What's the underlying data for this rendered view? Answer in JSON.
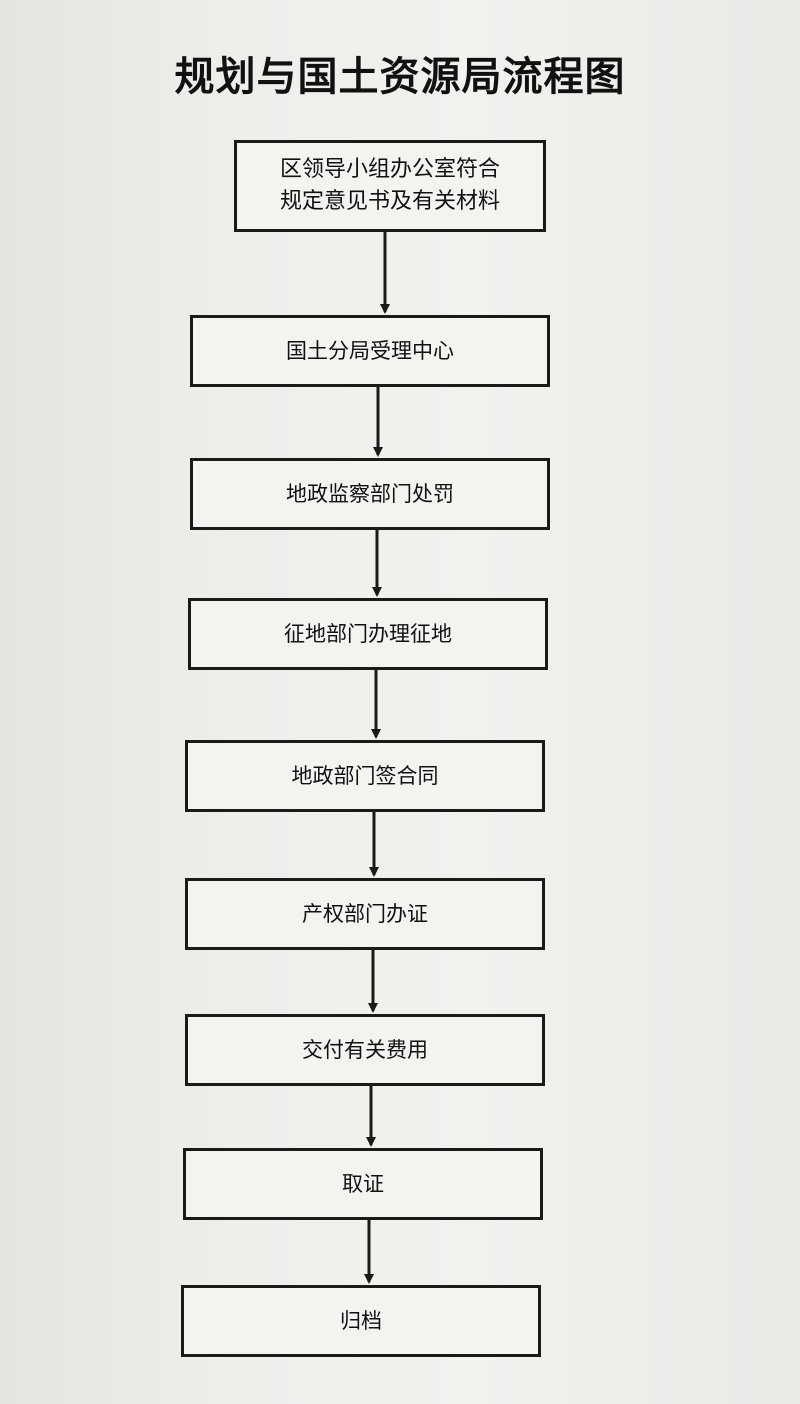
{
  "title": "规划与国土资源局流程图",
  "steps": [
    {
      "line1": "区领导小组办公室符合",
      "line2": "规定意见书及有关材料"
    },
    {
      "line1": "国土分局受理中心"
    },
    {
      "line1": "地政监察部门处罚"
    },
    {
      "line1": "征地部门办理征地"
    },
    {
      "line1": "地政部门签合同"
    },
    {
      "line1": "产权部门办证"
    },
    {
      "line1": "交付有关费用"
    },
    {
      "line1": "取证"
    },
    {
      "line1": "归档"
    }
  ],
  "colors": {
    "border": "#1a1a1a",
    "box_fill": "#f3f3f0",
    "arrow": "#1a1a1a"
  }
}
